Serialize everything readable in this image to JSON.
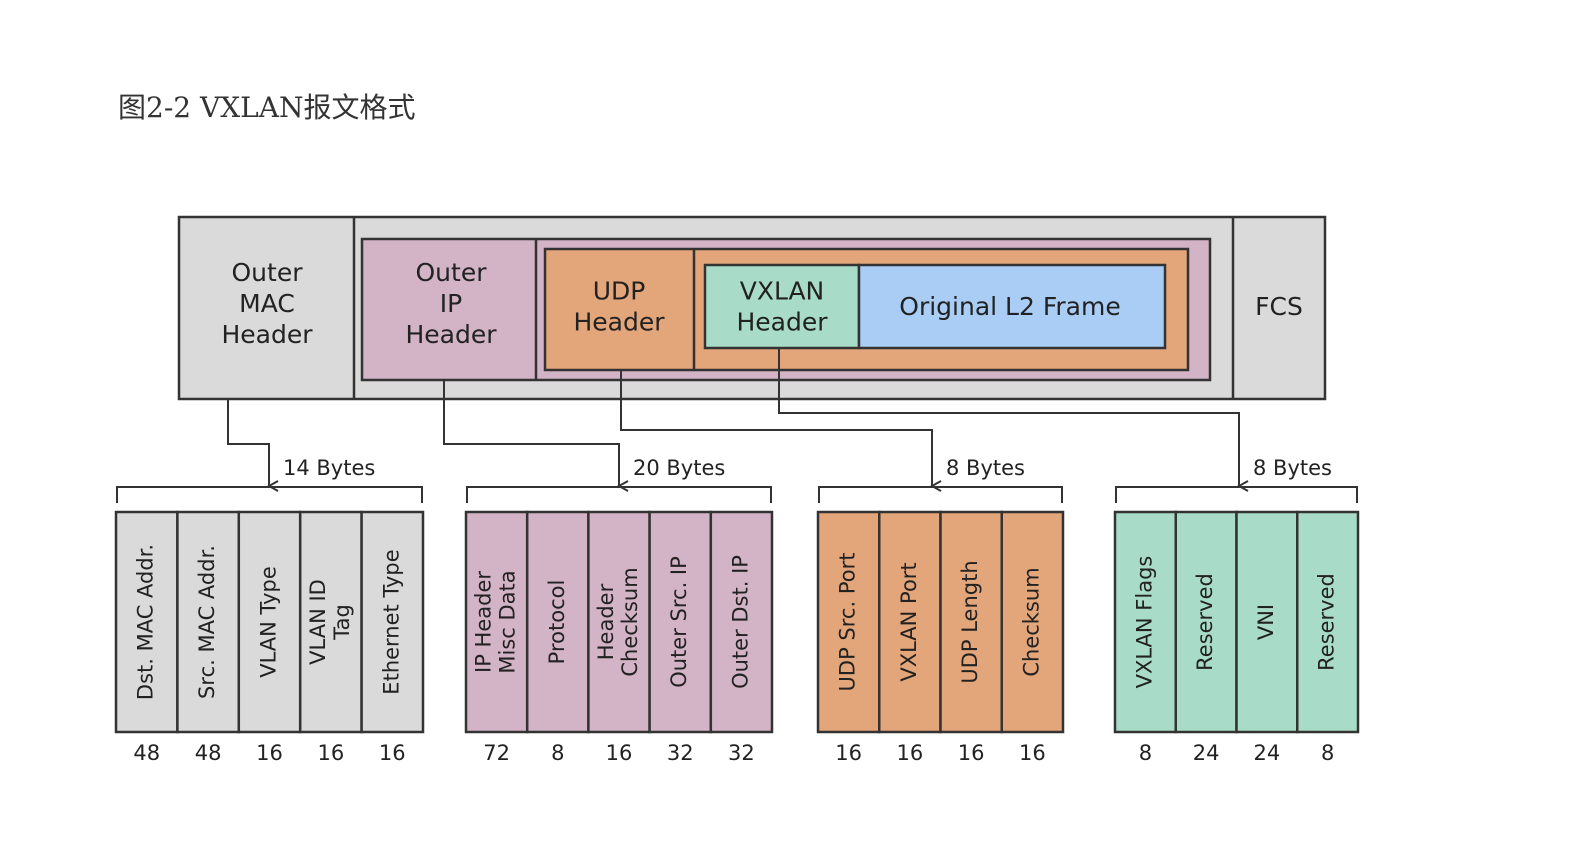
{
  "caption": "图2-2 VXLAN报文格式",
  "colors": {
    "gray": "#dadada",
    "pink": "#d3b3c6",
    "orange": "#e3a57a",
    "teal": "#a9dcc8",
    "blue": "#a9cdf5",
    "stroke": "#333333"
  },
  "packet": {
    "outer_mac": [
      "Outer",
      "MAC",
      "Header"
    ],
    "outer_ip": [
      "Outer",
      "IP",
      "Header"
    ],
    "udp": [
      "UDP",
      "Header"
    ],
    "vxlan": [
      "VXLAN",
      "Header"
    ],
    "original": "Original L2 Frame",
    "fcs": "FCS"
  },
  "groups": [
    {
      "bytes_label": "14 Bytes",
      "color": "gray",
      "fields": [
        {
          "label": [
            "Dst. MAC Addr."
          ],
          "bits": "48"
        },
        {
          "label": [
            "Src. MAC Addr."
          ],
          "bits": "48"
        },
        {
          "label": [
            "VLAN Type"
          ],
          "bits": "16"
        },
        {
          "label": [
            "VLAN ID",
            "Tag"
          ],
          "bits": "16"
        },
        {
          "label": [
            "Ethernet Type"
          ],
          "bits": "16"
        }
      ]
    },
    {
      "bytes_label": "20 Bytes",
      "color": "pink",
      "fields": [
        {
          "label": [
            "IP Header",
            "Misc Data"
          ],
          "bits": "72"
        },
        {
          "label": [
            "Protocol"
          ],
          "bits": "8"
        },
        {
          "label": [
            "Header",
            "Checksum"
          ],
          "bits": "16"
        },
        {
          "label": [
            "Outer Src. IP"
          ],
          "bits": "32"
        },
        {
          "label": [
            "Outer Dst. IP"
          ],
          "bits": "32"
        }
      ]
    },
    {
      "bytes_label": "8 Bytes",
      "color": "orange",
      "fields": [
        {
          "label": [
            "UDP Src. Port"
          ],
          "bits": "16"
        },
        {
          "label": [
            "VXLAN Port"
          ],
          "bits": "16"
        },
        {
          "label": [
            "UDP Length"
          ],
          "bits": "16"
        },
        {
          "label": [
            "Checksum"
          ],
          "bits": "16"
        }
      ]
    },
    {
      "bytes_label": "8 Bytes",
      "color": "teal",
      "fields": [
        {
          "label": [
            "VXLAN Flags"
          ],
          "bits": "8"
        },
        {
          "label": [
            "Reserved"
          ],
          "bits": "24"
        },
        {
          "label": [
            "VNI"
          ],
          "bits": "24"
        },
        {
          "label": [
            "Reserved"
          ],
          "bits": "8"
        }
      ]
    }
  ]
}
